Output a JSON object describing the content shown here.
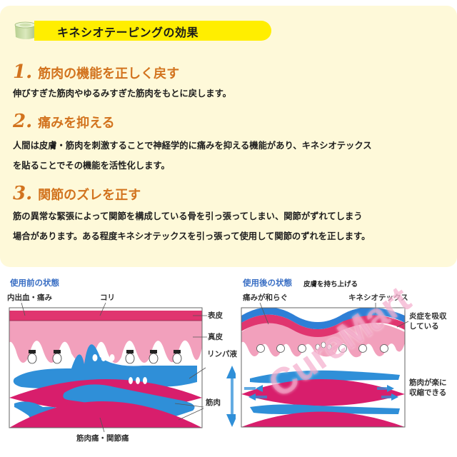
{
  "header": {
    "title": "キネシオテーピングの効果",
    "icon": "tape-roll-icon",
    "bar_color": "#ffee00"
  },
  "sections": [
    {
      "number": "1.",
      "title": "筋肉の機能を正しく戻す",
      "lines": [
        "伸びすぎた筋肉やゆるみすぎた筋肉をもとに戻します。"
      ]
    },
    {
      "number": "2.",
      "title": "痛みを抑える",
      "lines": [
        "人間は皮膚・筋肉を刺激することで神経学的に痛みを抑える機能があり、キネシオテックス",
        "を貼ることでその機能を活性化します。"
      ]
    },
    {
      "number": "3.",
      "title": "関節のズレを正す",
      "lines": [
        "筋の異常な緊張によって関節を構成している骨を引っ張ってしまい、関節がずれてしまう",
        "場合があります。ある程度キネシオテックスを引っ張って使用して関節のずれを正します。"
      ]
    }
  ],
  "diagram_before": {
    "title": "使用前の状態",
    "labels": {
      "bruise_pain": "内出血・痛み",
      "stiffness": "コリ",
      "epidermis": "表皮",
      "dermis": "真皮",
      "lymph": "リンパ液",
      "muscle": "筋肉",
      "muscle_joint_pain": "筋肉痛・関節痛"
    }
  },
  "diagram_after": {
    "title": "使用後の状態",
    "subtitle": "皮膚を持ち上げる",
    "labels": {
      "pain_relieved": "痛みが和らぐ",
      "kinesiotex": "キネシオテックス",
      "absorb_line1": "炎症を吸収",
      "absorb_line2": "している",
      "contract_line1": "筋肉が楽に",
      "contract_line2": "収縮できる"
    }
  },
  "watermark": "CureMart",
  "colors": {
    "accent_orange": "#d2731e",
    "background": "#fef9d9",
    "epidermis": "#e0356f",
    "dermis": "#f2a0bc",
    "lymph": "#2f8fd8",
    "muscle": "#d81e6c",
    "tape": "#2e7fd6"
  }
}
